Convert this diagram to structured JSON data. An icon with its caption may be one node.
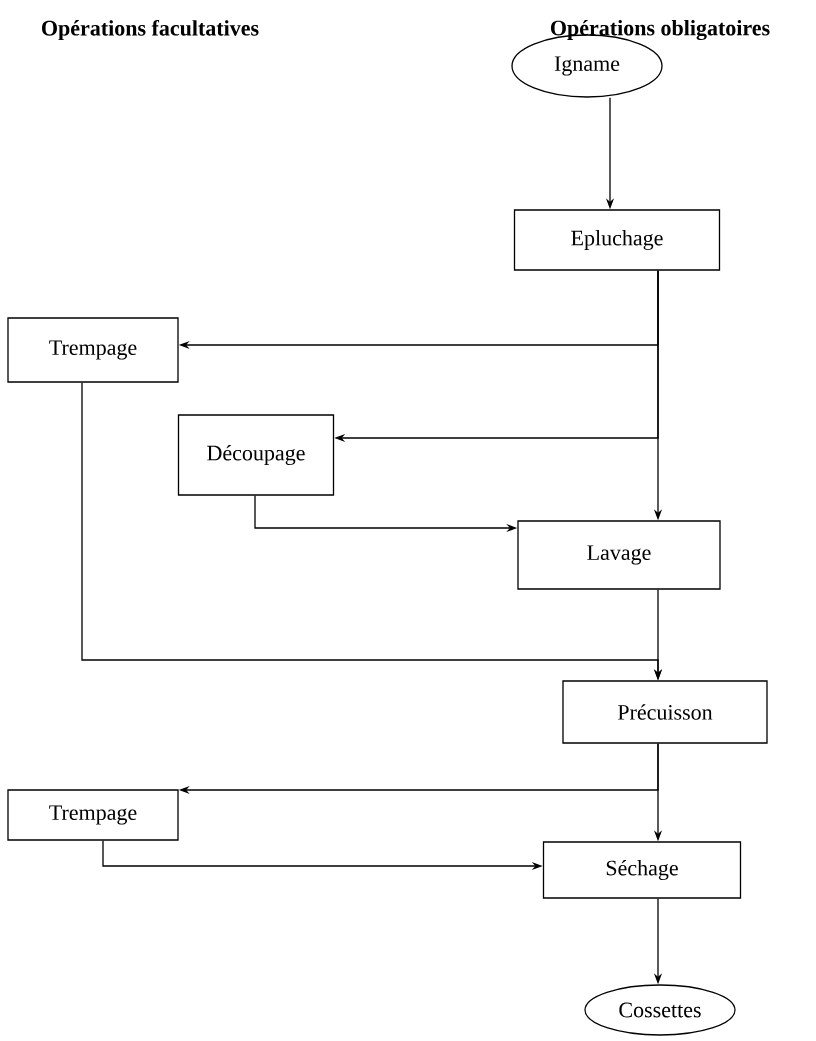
{
  "diagram": {
    "nodes": [
      {
        "text": [
          "Igname"
        ]
      },
      {
        "text": [
          "Epluchage"
        ]
      },
      {
        "text": [
          "Trempage"
        ]
      },
      {
        "text": [
          "Découpage"
        ]
      },
      {
        "text": [
          "Lavage"
        ]
      },
      {
        "text": [
          "Précuisson"
        ]
      },
      {
        "text": [
          "Trempage"
        ]
      },
      {
        "text": [
          "Séchage"
        ]
      },
      {
        "text": [
          "Cossettes"
        ]
      }
    ],
    "edges": [
      {
        "from": 0,
        "to": 1,
        "arrow": "to"
      },
      {
        "from": 1,
        "to": 2,
        "arrow": "to"
      },
      {
        "from": 1,
        "to": 3,
        "arrow": "to"
      },
      {
        "from": 1,
        "to": 4,
        "arrow": "to"
      },
      {
        "from": 3,
        "to": 4,
        "arrow": "to"
      },
      {
        "from": 4,
        "to": 5,
        "arrow": "to"
      },
      {
        "from": 2,
        "to": 5,
        "arrow": "to"
      },
      {
        "from": 5,
        "to": 6,
        "arrow": "to"
      },
      {
        "from": 5,
        "to": 7,
        "arrow": "to"
      },
      {
        "from": 6,
        "to": 7,
        "arrow": "to"
      },
      {
        "from": 7,
        "to": 8,
        "arrow": "to"
      }
    ],
    "labels": [
      "Opérations facultatives",
      "Opérations obligatoires"
    ]
  }
}
